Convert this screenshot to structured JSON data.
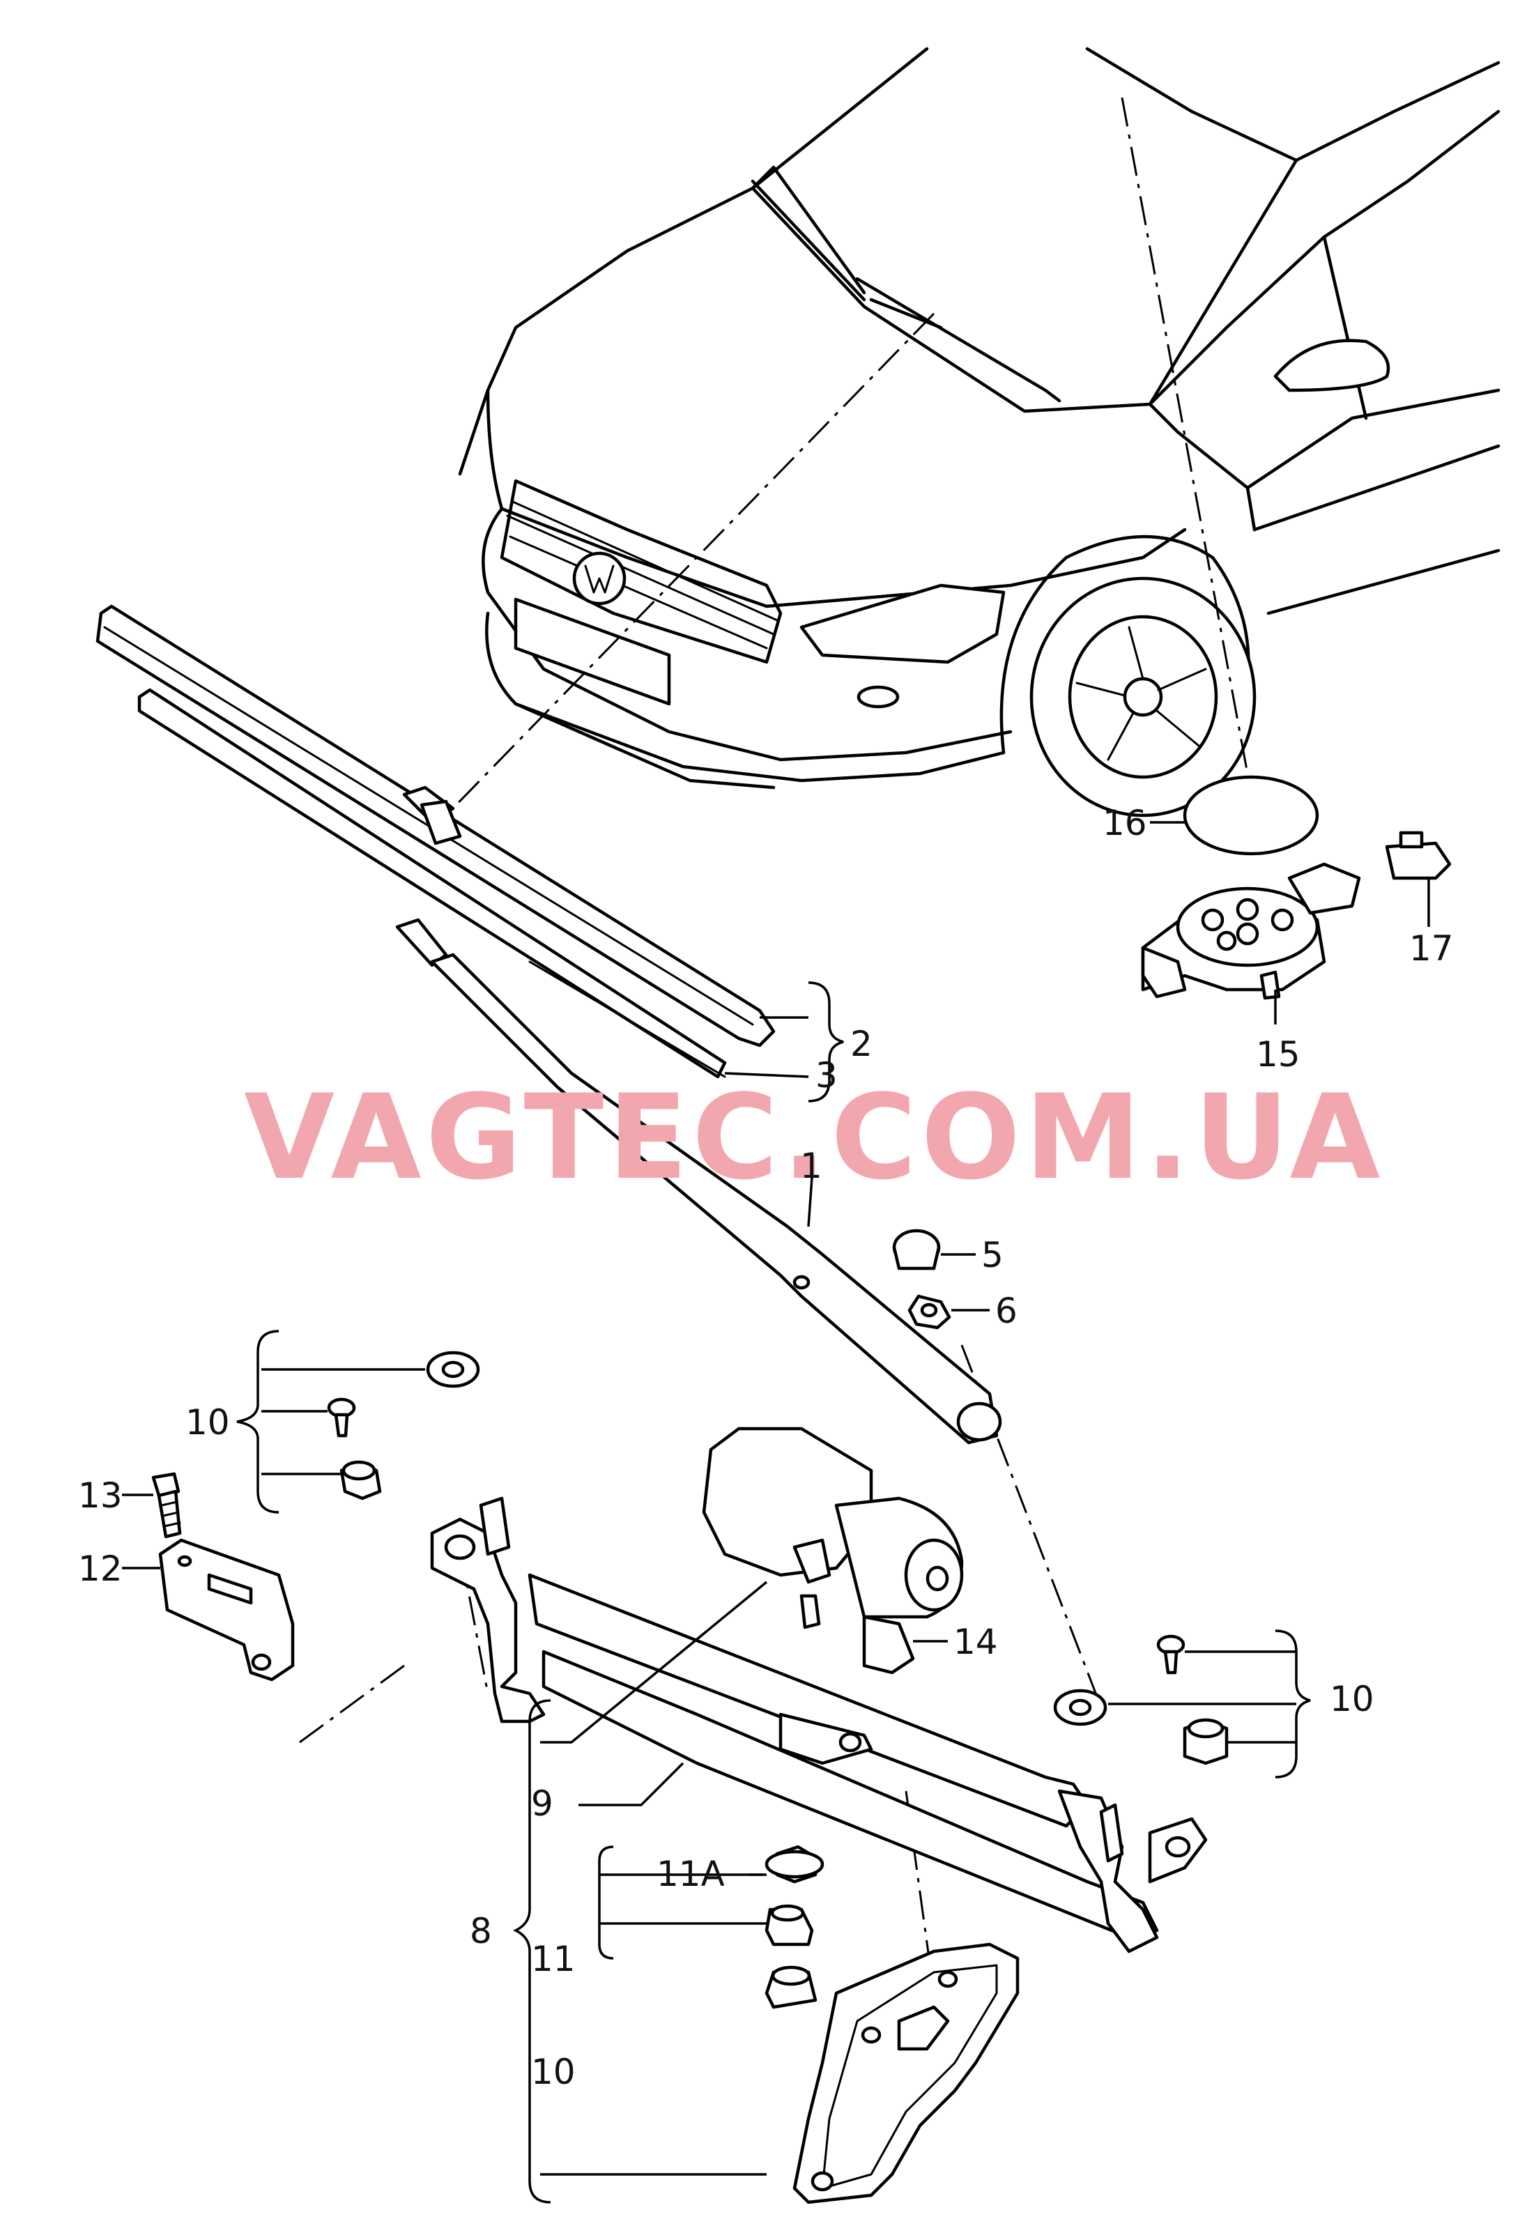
{
  "watermark": "VAGTEC.COM.UA",
  "labels": {
    "l1": "1",
    "l2": "2",
    "l3": "3",
    "l5": "5",
    "l6": "6",
    "l8": "8",
    "l9": "9",
    "l10a": "10",
    "l10b": "10",
    "l10c": "10",
    "l11": "11",
    "l11a": "11A",
    "l12": "12",
    "l13": "13",
    "l14": "14",
    "l15": "15",
    "l16": "16",
    "l17": "17"
  },
  "colors": {
    "watermark": "#f2a7ae",
    "line": "#000000",
    "background": "#ffffff"
  }
}
